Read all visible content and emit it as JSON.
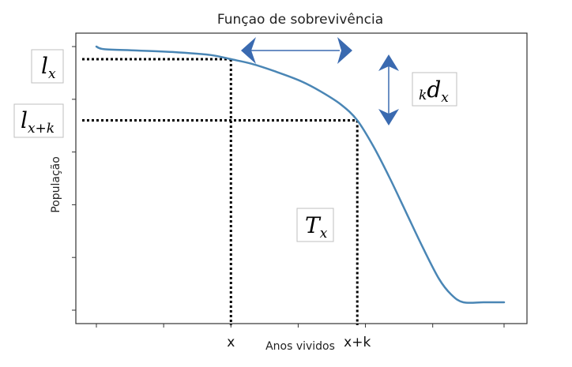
{
  "chart_data": {
    "type": "line",
    "title": "Funçao de sobrevivência",
    "xlabel": "Anos vividos",
    "ylabel": "População",
    "xlim": [
      0,
      100
    ],
    "ylim": [
      0,
      100
    ],
    "grid": false,
    "x_tick_labels": [
      {
        "value": 33,
        "text": "x"
      },
      {
        "value": 64,
        "text": "x+k"
      }
    ],
    "x_tick_positions": [
      0,
      16.5,
      33,
      49.5,
      66,
      82.5,
      100
    ],
    "y_tick_positions": [
      0,
      20,
      40,
      60,
      80,
      100
    ],
    "series": [
      {
        "color": "#4a86b5",
        "x": [
          0,
          2,
          10,
          20,
          28,
          33,
          38,
          44,
          50,
          55,
          60,
          64,
          68,
          72,
          76,
          80,
          84,
          87,
          90,
          95,
          100
        ],
        "y": [
          100,
          99,
          98.5,
          97.8,
          96.8,
          95.2,
          93.5,
          90.5,
          87,
          83,
          78,
          72,
          62,
          50,
          37,
          24,
          12,
          6,
          3,
          3,
          3
        ]
      }
    ],
    "reference_lines": [
      {
        "x": 33,
        "y": 95.2
      },
      {
        "x": 64,
        "y": 72
      }
    ],
    "annotations": [
      {
        "base": "l",
        "sub": "x",
        "prefix": ""
      },
      {
        "base": "l",
        "sub": "x+k",
        "prefix": ""
      },
      {
        "base": "d",
        "sub": "x",
        "prefix": "k"
      },
      {
        "base": "T",
        "sub": "x",
        "prefix": ""
      }
    ],
    "arrow_color": "#3a6ab0"
  }
}
